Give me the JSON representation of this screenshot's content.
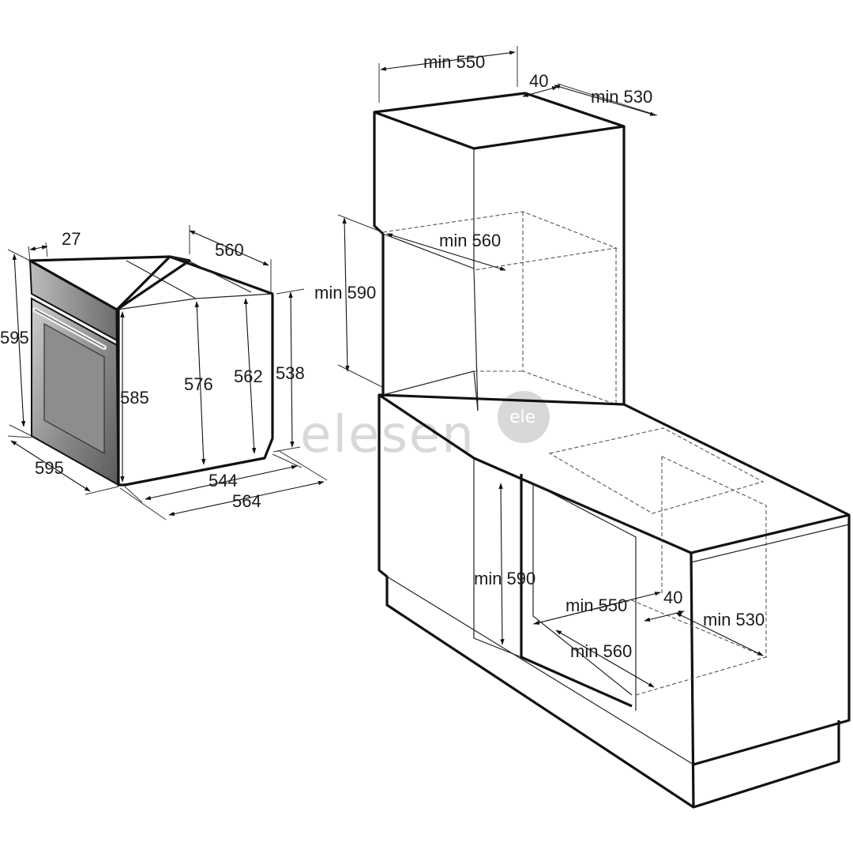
{
  "watermark": {
    "text": "elesen",
    "badge": "ele"
  },
  "oven": {
    "dims": {
      "panel_depth": "27",
      "top_depth": "560",
      "front_height": "595",
      "front_width": "595",
      "side_height": "585",
      "body_height_1": "576",
      "body_height_2": "562",
      "rear_height": "538",
      "body_width": "544",
      "overall_width": "564"
    }
  },
  "column_unit": {
    "dims": {
      "top_width": "min 550",
      "top_gap": "40",
      "top_depth": "min 530",
      "inner_depth": "min 560",
      "niche_height": "min 590"
    }
  },
  "under_counter": {
    "dims": {
      "niche_height": "min 590",
      "niche_width": "min 550",
      "gap": "40",
      "depth": "min 530",
      "inner_depth": "min 560"
    }
  },
  "colors": {
    "line": "#111111",
    "oven_glass_dark": "#6e6e6e",
    "oven_glass_light": "#bdbdbd",
    "watermark": "#d8d8d8"
  }
}
